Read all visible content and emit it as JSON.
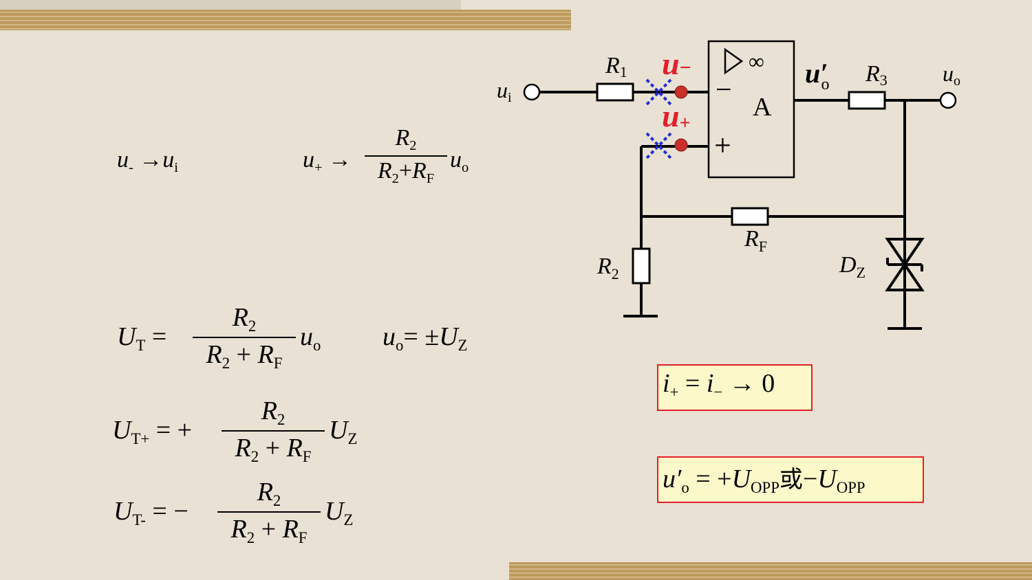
{
  "formulas": {
    "f1": {
      "lhs": "u",
      "lhs_sub": "-",
      "arrow": "→",
      "rhs": "u",
      "rhs_sub": "i"
    },
    "f2": {
      "lhs": "u",
      "lhs_sub": "+",
      "arrow": "→",
      "num": "R",
      "num_sub": "2",
      "den": "R",
      "den_sub1": "2",
      "den_plus": "+",
      "den2": "R",
      "den_sub2": "F",
      "tail": "u",
      "tail_sub": "o"
    },
    "f3": {
      "lhs": "U",
      "lhs_sub": "T",
      "eq": "=",
      "num": "R",
      "num_sub": "2",
      "den": "R",
      "den_sub1": "2",
      "den_plus": "+",
      "den2": "R",
      "den_sub2": "F",
      "tail": "u",
      "tail_sub": "o"
    },
    "f4": {
      "lhs": "u",
      "lhs_sub": "o",
      "eq": "= ±",
      "rhs": "U",
      "rhs_sub": "Z"
    },
    "f5": {
      "lhs": "U",
      "lhs_sub": "T+",
      "eq": "= +",
      "num": "R",
      "num_sub": "2",
      "den": "R",
      "den_sub1": "2",
      "den_plus": "+",
      "den2": "R",
      "den_sub2": "F",
      "tail": "U",
      "tail_sub": "Z"
    },
    "f6": {
      "lhs": "U",
      "lhs_sub": "T-",
      "eq": "= −",
      "num": "R",
      "num_sub": "2",
      "den": "R",
      "den_sub1": "2",
      "den_plus": "+",
      "den2": "R",
      "den_sub2": "F",
      "tail": "U",
      "tail_sub": "Z"
    }
  },
  "boxes": {
    "b1": {
      "a": "i",
      "a_sub": "+",
      "eq": "=",
      "b": "i",
      "b_sub": "−",
      "arrow": "→ 0"
    },
    "b2": {
      "a": "u′",
      "a_sub": "o",
      "eq": "= +",
      "b": "U",
      "b_sub": "OPP",
      "mid": "或",
      "minus": "−",
      "c": "U",
      "c_sub": "OPP"
    }
  },
  "circuit": {
    "ui": "u",
    "ui_sub": "i",
    "r1": "R",
    "r1_sub": "1",
    "u_minus": "u",
    "u_minus_sub": "−",
    "u_plus": "u",
    "u_plus_sub": "+",
    "opamp_label": "A",
    "opamp_inf": "∞",
    "minus_sign": "−",
    "plus_sign": "+",
    "uo_prime": "u′",
    "uo_prime_sub": "o",
    "r3": "R",
    "r3_sub": "3",
    "uo": "u",
    "uo_sub": "o",
    "rf": "R",
    "rf_sub": "F",
    "r2": "R",
    "r2_sub": "2",
    "dz": "D",
    "dz_sub": "Z"
  },
  "colors": {
    "accent_red": "#e2202a",
    "marker_blue": "#1f2fd6",
    "node_red": "#c9302c",
    "box_fill": "#fdf8c9"
  }
}
